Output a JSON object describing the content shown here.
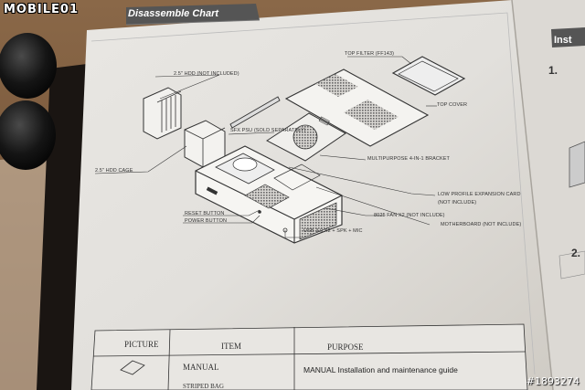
{
  "site_logo_text": "MOBILE01",
  "watermark": "#1893274",
  "chart_title": "Disassemble Chart",
  "right_page": {
    "title_fragment": "Inst",
    "step_1": "1.",
    "step_2": "2."
  },
  "labels": {
    "top_filter": "TOP FILTER (FF143)",
    "top_cover": "TOP COVER",
    "hdd_25": "2.5\" HDD (NOT INCLUDED)",
    "psu": "SFX PSU (SOLD SEPARATELY)",
    "bracket": "MULTIPURPOSE 4-IN-1 BRACKET",
    "hdd_cage": "2.5\" HDD CAGE",
    "low_profile": "LOW PROFILE EXPANSION CARD",
    "low_profile_2": "(NOT INCLUDE)",
    "motherboard": "MOTHERBOARD (NOT INCLUDE)",
    "fan": "8025 FAN X2 (NOT INCLUDE)",
    "reset": "RESET BUTTON",
    "power": "POWER BUTTON",
    "usb": "USB 3.0 X2 + SPK + MIC"
  },
  "table": {
    "headers": [
      "PICTURE",
      "ITEM",
      "PURPOSE"
    ],
    "rows": [
      {
        "item": "MANUAL",
        "purpose": "MANUAL Installation and maintenance guide"
      },
      {
        "item": "STRIPED BAG",
        "purpose": ""
      }
    ]
  }
}
